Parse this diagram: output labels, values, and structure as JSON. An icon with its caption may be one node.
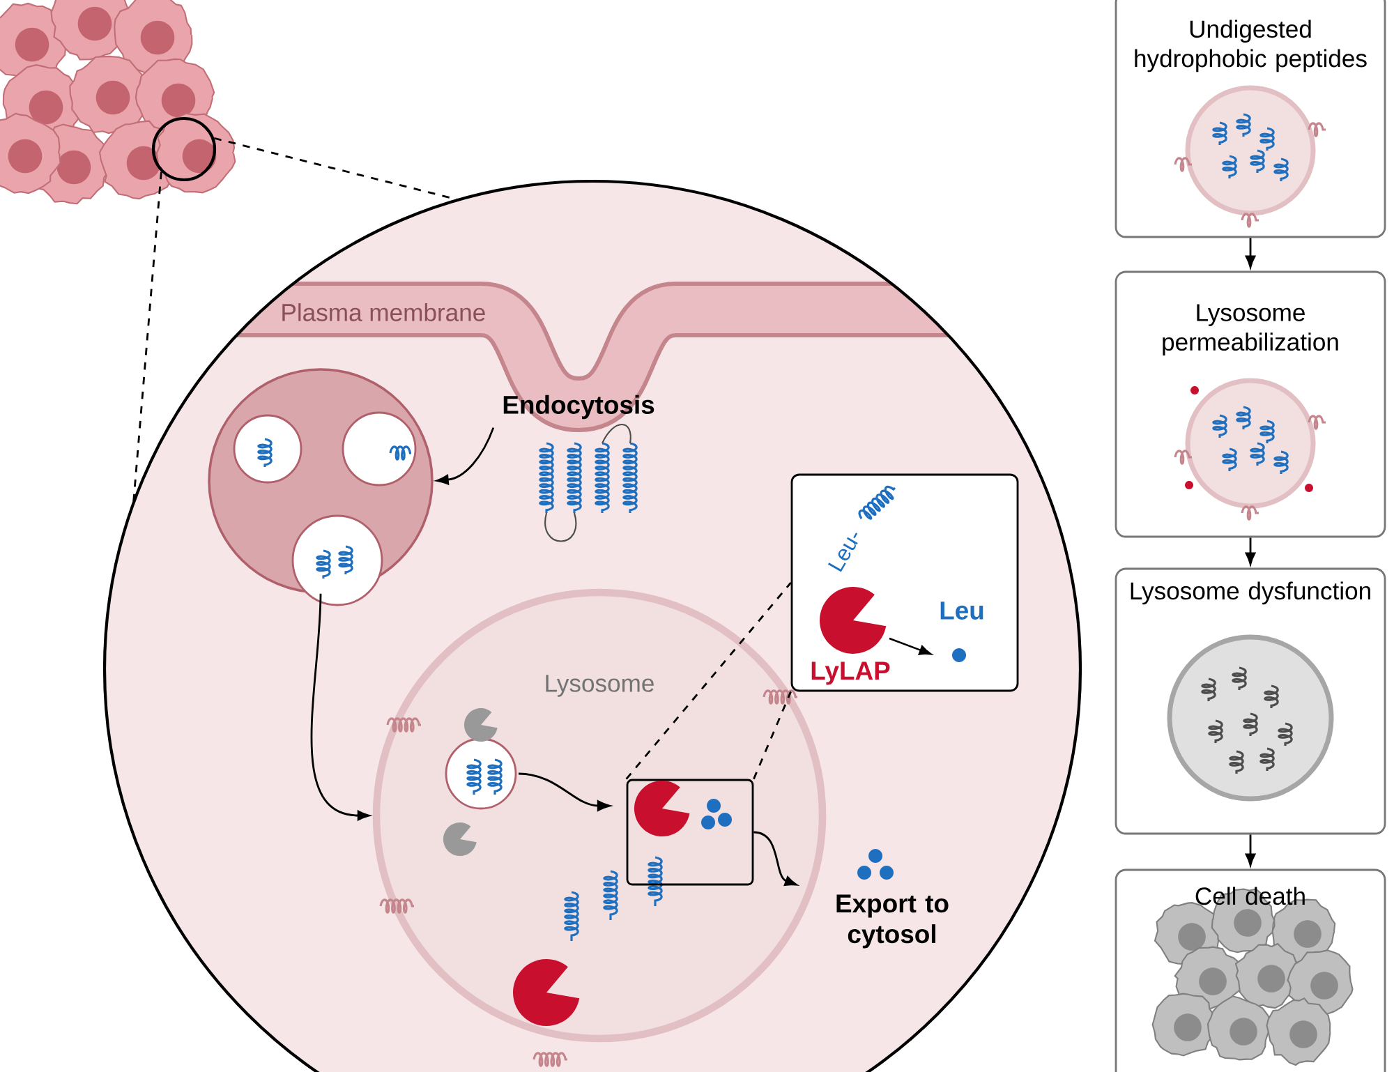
{
  "diagram": {
    "nodes": [
      {
        "text": [],
        "shape": "circle"
      },
      {
        "text": [],
        "shape": "circle"
      },
      {
        "text": [
          "Endocytosis"
        ],
        "in": 1
      },
      {
        "text": [],
        "shape": "circle",
        "in": 1
      },
      {
        "text": [
          "Lysosome"
        ],
        "in": 1
      },
      {
        "text": [],
        "shape": "box",
        "in": 4
      },
      {
        "text": [
          "Leu-",
          "LyLAP",
          "Leu"
        ],
        "in": 1
      },
      {
        "text": [
          "Export to cytosol"
        ],
        "in": 1
      },
      {
        "text": [
          "Undigested hydrophobic peptides"
        ]
      },
      {
        "text": [
          "Lysosome permeabilization"
        ]
      },
      {
        "text": [
          "Lysosome dysfunction"
        ]
      },
      {
        "text": [
          "Cell death"
        ]
      }
    ],
    "edges": [
      {
        "from": 0,
        "to": 1,
        "arrow": "none",
        "style": "dashed"
      },
      {
        "from": 0,
        "to": 1,
        "arrow": "none",
        "style": "dashed"
      },
      {
        "from": 2,
        "to": 3,
        "arrow": "to"
      },
      {
        "from": 3,
        "to": 4,
        "arrow": "to"
      },
      {
        "from": 5,
        "to": 6,
        "arrow": "none",
        "style": "dashed"
      },
      {
        "from": 5,
        "to": 6,
        "arrow": "none",
        "style": "dashed"
      },
      {
        "from": 5,
        "to": 7,
        "arrow": "to"
      },
      {
        "from": 8,
        "to": 9,
        "arrow": "to"
      },
      {
        "from": 9,
        "to": 10,
        "arrow": "to"
      },
      {
        "from": 10,
        "to": 11,
        "arrow": "to"
      }
    ],
    "labels": [
      "Plasma membrane"
    ]
  }
}
